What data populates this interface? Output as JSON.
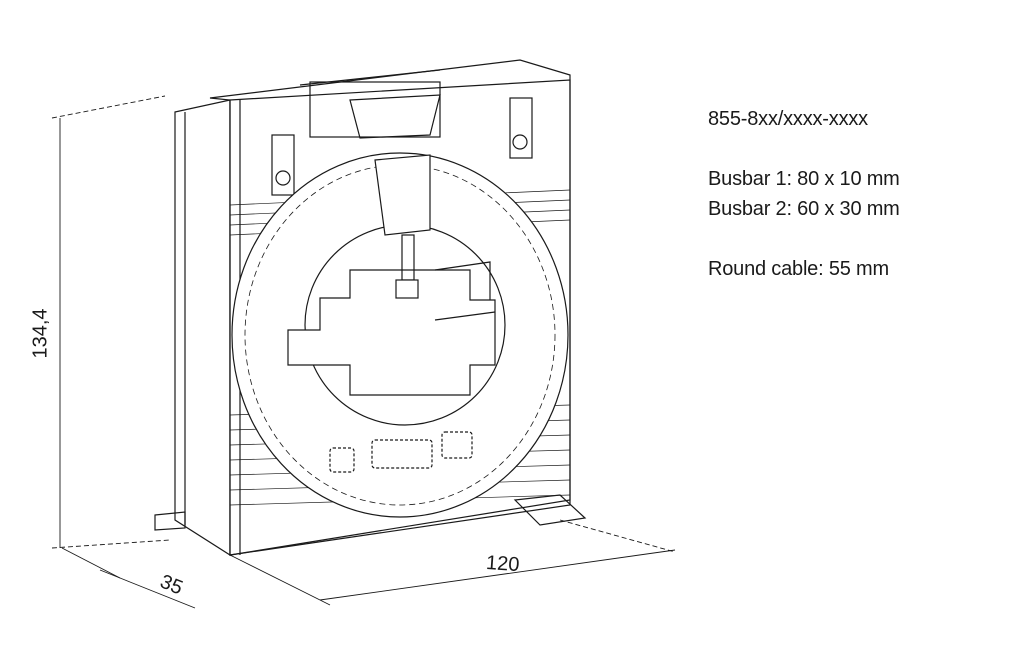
{
  "product": {
    "article_number": "855-8xx/xxxx-xxxx",
    "busbar_1": "Busbar 1: 80 x 10 mm",
    "busbar_2": "Busbar 2: 60 x 30 mm",
    "round_cable": "Round cable: 55 mm"
  },
  "dimensions": {
    "height": "134,4",
    "depth": "35",
    "width": "120"
  },
  "colors": {
    "line": "#1a1a1a",
    "background": "#ffffff"
  }
}
